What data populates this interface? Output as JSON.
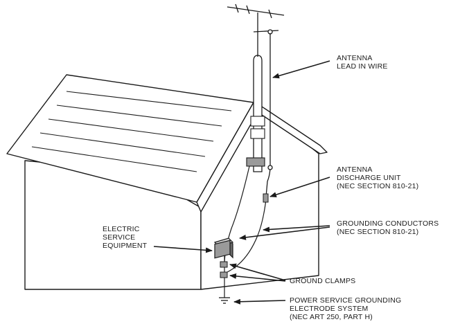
{
  "labels": {
    "antenna_lead_in_wire": [
      "ANTENNA",
      "LEAD IN WIRE"
    ],
    "antenna_discharge_unit": [
      "ANTENNA",
      "DISCHARGE UNIT",
      "(NEC SECTION 810-21)"
    ],
    "grounding_conductors": [
      "GROUNDING CONDUCTORS",
      "(NEC SECTION 810-21)"
    ],
    "electric_service_equipment": [
      "ELECTRIC",
      "SERVICE",
      "EQUIPMENT"
    ],
    "ground_clamps": [
      "GROUND CLAMPS"
    ],
    "power_service_grounding": [
      "POWER SERVICE GROUNDING",
      "ELECTRODE SYSTEM",
      "(NEC ART 250, PART H)"
    ]
  },
  "colors": {
    "line": "#1a1a1a",
    "fill": "#ffffff",
    "component": "#9a9a9a"
  }
}
